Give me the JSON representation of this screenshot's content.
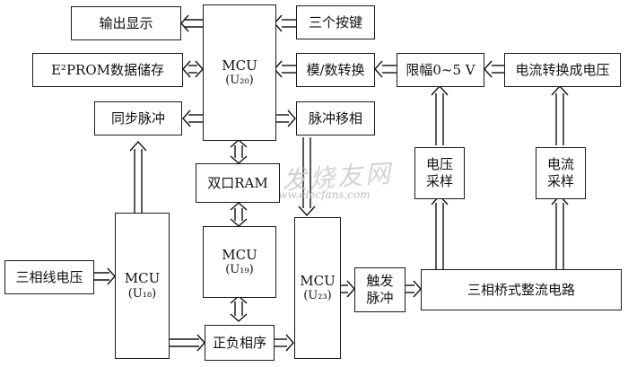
{
  "blocks": {
    "output_display": "输出显示",
    "eeprom": "E²PROM数据储存",
    "sync_pulse": "同步脉冲",
    "mcu20": {
      "name": "MCU",
      "label": "(U₂₀)"
    },
    "three_keys": "三个按键",
    "adc": "模/数转换",
    "pulse_shift": "脉冲移相",
    "limiter": "限幅0~5 V",
    "current_to_voltage": "电流转换成电压",
    "dual_ram": "双口RAM",
    "voltage_sampling": "电压\n采样",
    "current_sampling": "电流\n采样",
    "mcu19": {
      "name": "MCU",
      "label": "(U₁₉)"
    },
    "line_voltage": "三相线电压",
    "mcu18": {
      "name": "MCU",
      "label": "(U₁₈)"
    },
    "mcu23": {
      "name": "MCU",
      "label": "(U₂₃)"
    },
    "trigger_pulse": "触发\n脉冲",
    "rectifier": "三相桥式整流电路",
    "phase_sequence": "正负相序"
  },
  "watermark": {
    "main": "电子发烧友网",
    "url": "www.elecfans.com"
  }
}
